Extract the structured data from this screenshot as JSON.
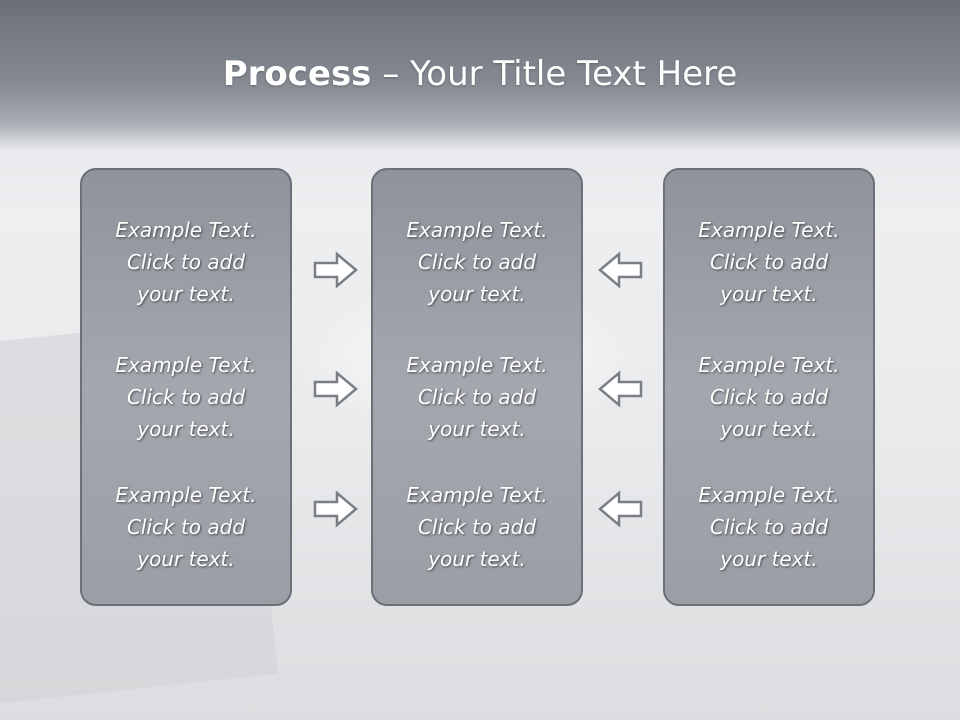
{
  "title": {
    "bold": "Process",
    "rest": " – Your Title Text Here"
  },
  "panels": {
    "left": [
      "Example Text.\nClick  to add\nyour text.",
      "Example Text.\nClick  to add\nyour text.",
      "Example Text.\nClick  to add\nyour text."
    ],
    "middle": [
      "Example Text.\nClick  to add\nyour text.",
      "Example Text.\nClick  to add\nyour text.",
      "Example Text.\nClick  to add\nyour text."
    ],
    "right": [
      "Example Text.\nClick  to add\nyour text.",
      "Example Text.\nClick  to add\nyour text.",
      "Example Text.\nClick  to add\nyour text."
    ]
  },
  "colors": {
    "header": "#7a7f88",
    "panel": "#9ea2a9",
    "panel_border": "#6c7078",
    "arrow": "#ffffff"
  }
}
